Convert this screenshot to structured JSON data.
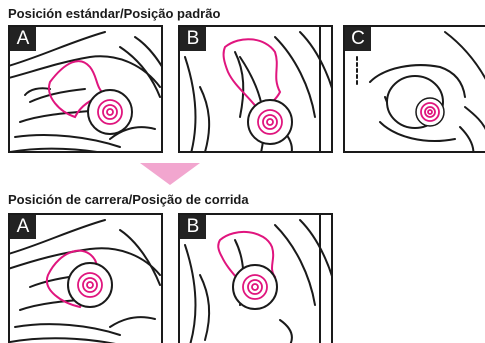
{
  "sections": {
    "standard": {
      "title": "Posición estándar/Posição padrão",
      "panels": [
        "A",
        "B",
        "C"
      ]
    },
    "running": {
      "title": "Posición de carrera/Posição de corrida",
      "panels": [
        "A",
        "B"
      ]
    }
  },
  "colors": {
    "ink": "#1a1a1a",
    "accent": "#e0157e",
    "arrow": "#f2a6cf"
  }
}
